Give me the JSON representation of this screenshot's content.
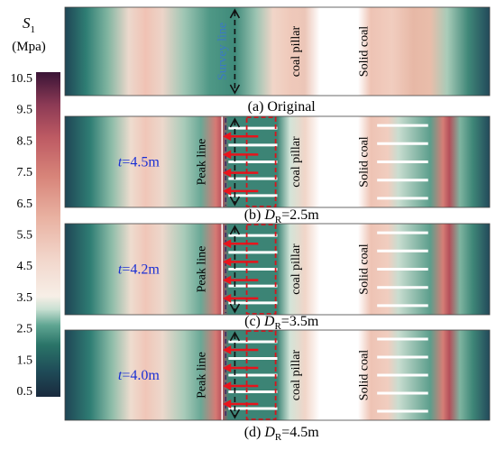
{
  "colorbar": {
    "symbol": "S",
    "subscript": "1",
    "unit": "(Mpa)",
    "ticks": [
      "10.5",
      "9.5",
      "8.5",
      "7.5",
      "6.5",
      "5.5",
      "4.5",
      "3.5",
      "2.5",
      "1.5",
      "0.5"
    ]
  },
  "panels": [
    {
      "id": "original",
      "caption": "(a) Original",
      "labels": {
        "survey": "Survey line",
        "pillar": "coal pillar",
        "solid": "Solid coal"
      },
      "t_label": "",
      "dr_value": ""
    },
    {
      "id": "dr25",
      "caption_prefix": "(b) ",
      "dr_symbol": "D",
      "dr_sub": "R",
      "dr_value": "=2.5m",
      "t_var": "t",
      "t_value": "=4.5m",
      "labels": {
        "peak": "Peak line",
        "pillar": "coal pillar",
        "solid": "Solid coal"
      }
    },
    {
      "id": "dr35",
      "caption_prefix": "(c) ",
      "dr_symbol": "D",
      "dr_sub": "R",
      "dr_value": "=3.5m",
      "t_var": "t",
      "t_value": "=4.2m",
      "labels": {
        "peak": "Peak line",
        "pillar": "coal pillar",
        "solid": "Solid coal"
      }
    },
    {
      "id": "dr45",
      "caption_prefix": "(d) ",
      "dr_symbol": "D",
      "dr_sub": "R",
      "dr_value": "=4.5m",
      "t_var": "t",
      "t_value": "=4.0m",
      "labels": {
        "peak": "Peak line",
        "pillar": "coal pillar",
        "solid": "Solid coal"
      }
    }
  ],
  "colors": {
    "low": "#1c3a4e",
    "mid_green": "#2e7f73",
    "light": "#f4ece6",
    "pink": "#e8a89a",
    "high": "#b04a52",
    "arrow": "#e8141c",
    "annotation_blue": "#1a2fd4",
    "survey_blue": "#3a78c8"
  }
}
